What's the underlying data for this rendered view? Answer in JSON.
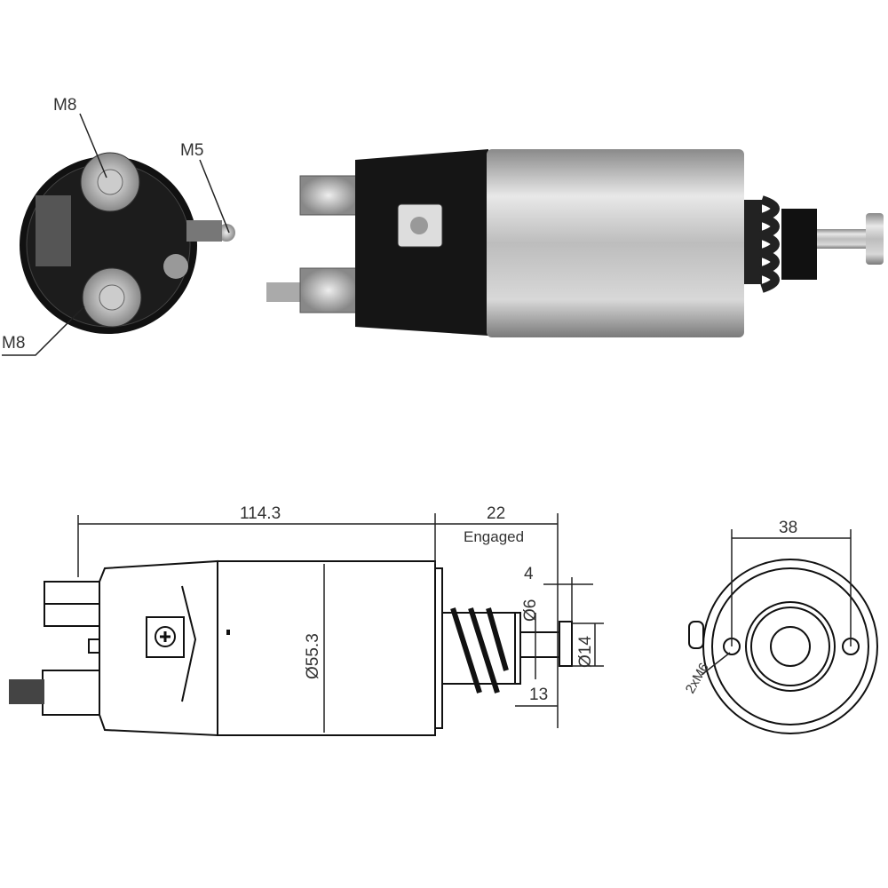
{
  "title": "Starter solenoid dimensional drawing",
  "photo_labels": {
    "terminal_top": "M8",
    "terminal_small": "M5",
    "terminal_bottom": "M8"
  },
  "dimensions": {
    "body_length": "114.3",
    "plunger_travel": "22",
    "plunger_travel_note": "Engaged",
    "plunger_offset": "4",
    "shaft_diameter": "Ø6",
    "head_diameter": "Ø14",
    "head_length": "13",
    "body_diameter": "Ø55.3",
    "mount_spacing": "38",
    "mount_thread": "2xM6"
  },
  "colors": {
    "line": "#111111",
    "body_black": "#151515",
    "body_silver": "#c8c8c8"
  }
}
